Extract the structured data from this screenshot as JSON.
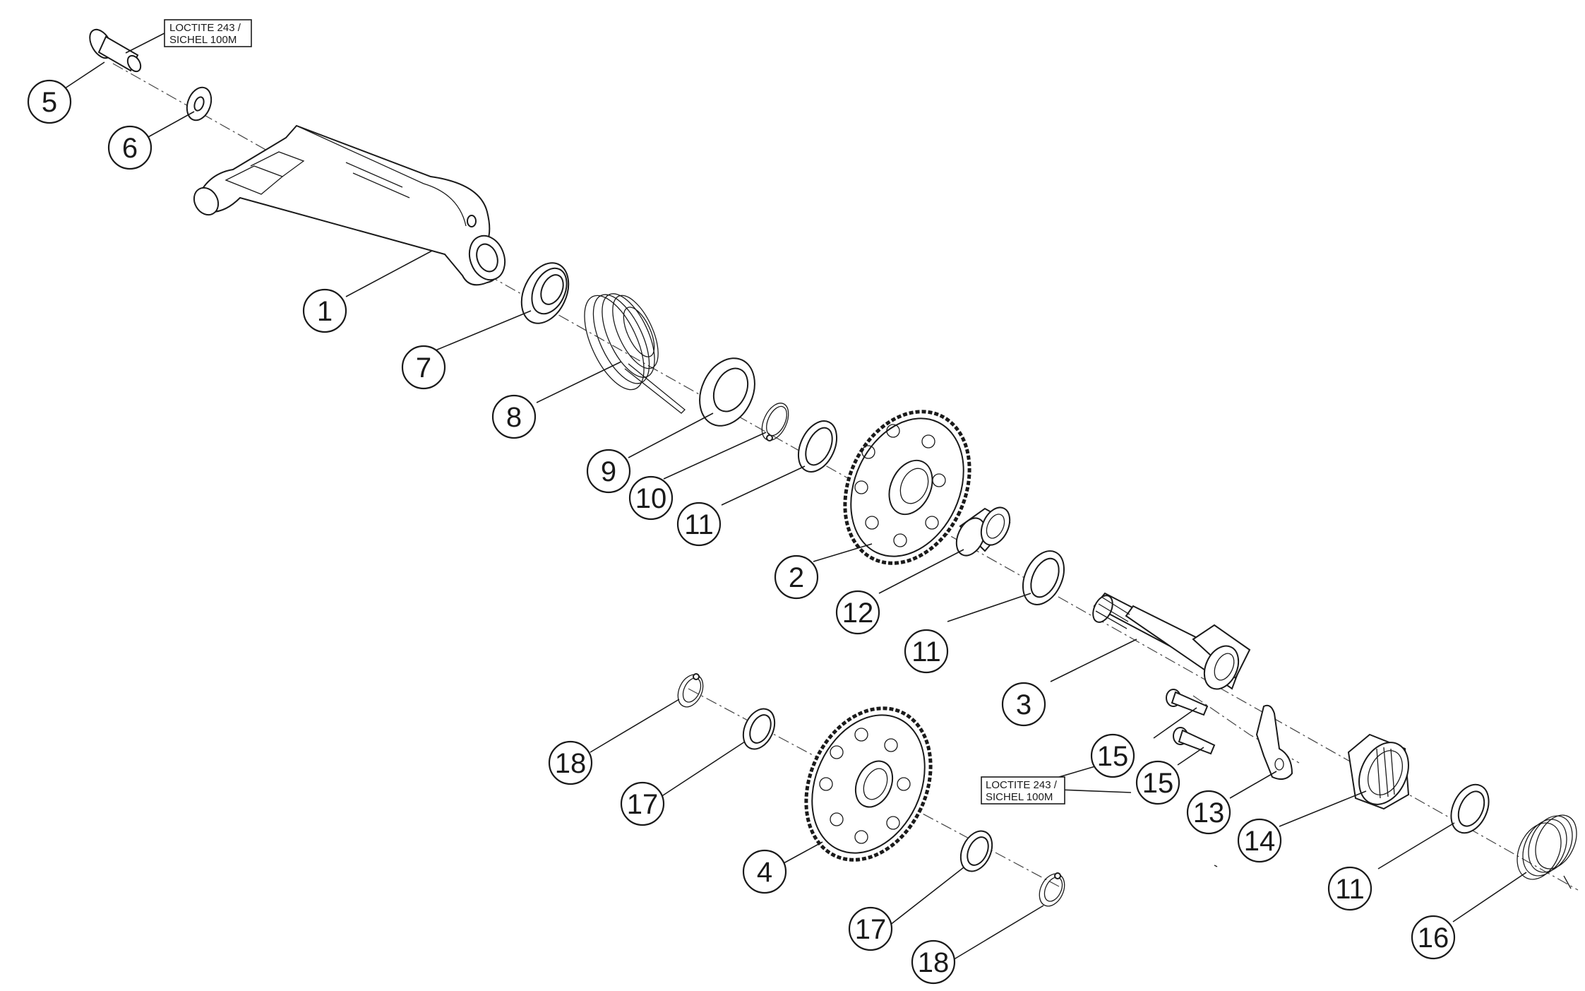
{
  "callouts": {
    "c1": "1",
    "c2": "2",
    "c3": "3",
    "c4": "4",
    "c5": "5",
    "c6": "6",
    "c7": "7",
    "c8": "8",
    "c9": "9",
    "c10": "10",
    "c11a": "11",
    "c11b": "11",
    "c11c": "11",
    "c12": "12",
    "c13": "13",
    "c14": "14",
    "c15a": "15",
    "c15b": "15",
    "c16": "16",
    "c17a": "17",
    "c17b": "17",
    "c18a": "18",
    "c18b": "18"
  },
  "notes": {
    "top": {
      "line1": "LOCTITE 243 /",
      "line2": "SICHEL 100M"
    },
    "bottom": {
      "line1": "LOCTITE 243 /",
      "line2": "SICHEL 100M"
    }
  }
}
